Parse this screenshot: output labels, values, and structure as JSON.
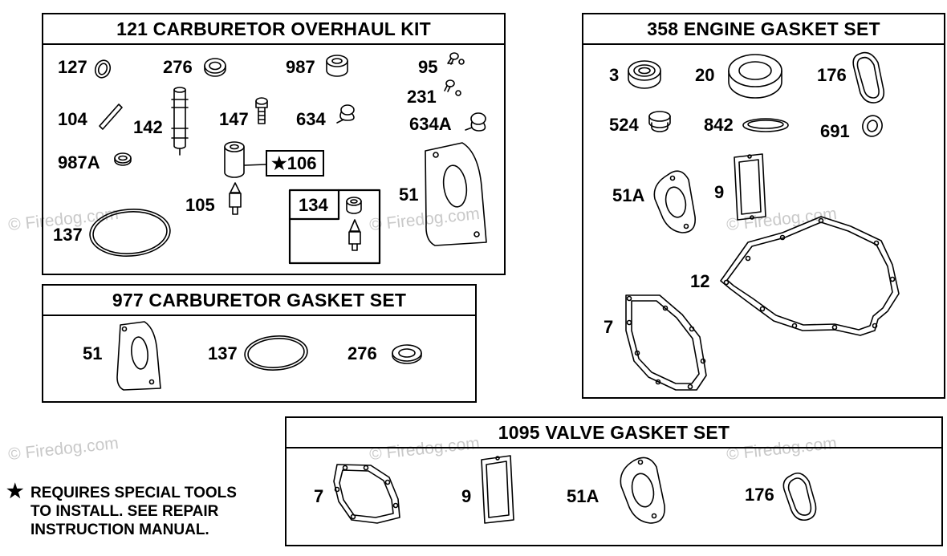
{
  "kits": {
    "carb_overhaul": {
      "title": "121 CARBURETOR OVERHAUL KIT",
      "parts": [
        "127",
        "276",
        "987",
        "95",
        "104",
        "142",
        "147",
        "634",
        "231",
        "634A",
        "987A",
        "106",
        "105",
        "134",
        "51",
        "137"
      ],
      "star": "★"
    },
    "engine_gasket": {
      "title": "358 ENGINE GASKET SET",
      "parts": [
        "3",
        "20",
        "176",
        "524",
        "842",
        "691",
        "51A",
        "9",
        "12",
        "7"
      ]
    },
    "carb_gasket": {
      "title": "977 CARBURETOR GASKET SET",
      "parts": [
        "51",
        "137",
        "276"
      ]
    },
    "valve_gasket": {
      "title": "1095 VALVE GASKET SET",
      "parts": [
        "7",
        "9",
        "51A",
        "176"
      ]
    }
  },
  "note": {
    "star": "★",
    "line1": "REQUIRES SPECIAL TOOLS",
    "line2": "TO INSTALL.  SEE REPAIR",
    "line3": "INSTRUCTION MANUAL."
  },
  "watermark": {
    "text": "© Firedog.com"
  },
  "colors": {
    "ink": "#000000",
    "watermark": "#c9c9c9",
    "background": "#ffffff"
  }
}
